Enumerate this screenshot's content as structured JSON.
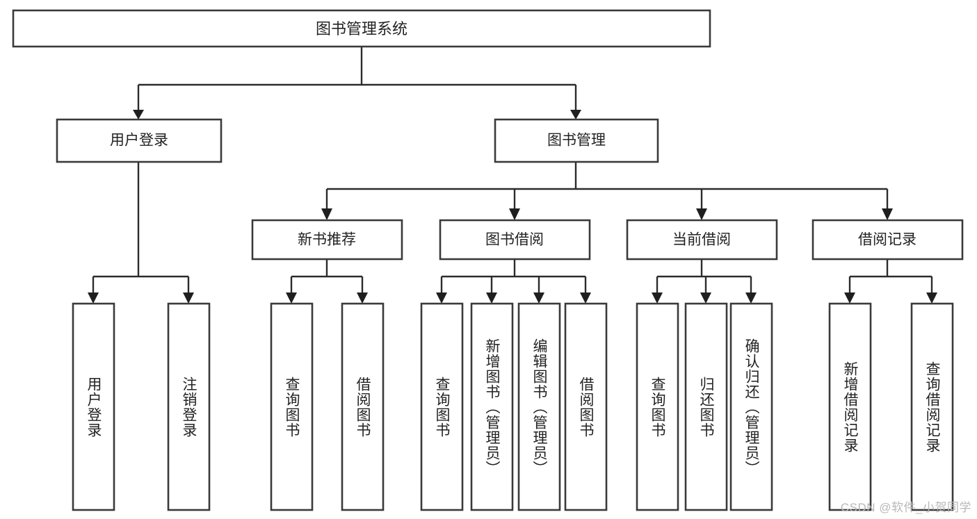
{
  "diagram": {
    "title": "图书管理系统",
    "type": "tree-hierarchy",
    "orientation": "top-down",
    "colors": {
      "box_stroke": "#3a3a3a",
      "box_fill": "#ffffff",
      "connector": "#2b2b2b",
      "text": "#222222",
      "background": "#ffffff",
      "watermark": "#b8b8b8"
    },
    "root": {
      "label": "图书管理系统"
    },
    "level2": [
      {
        "label": "用户登录"
      },
      {
        "label": "图书管理"
      }
    ],
    "level3": [
      {
        "label": "新书推荐"
      },
      {
        "label": "图书借阅"
      },
      {
        "label": "当前借阅"
      },
      {
        "label": "借阅记录"
      }
    ],
    "leaves": {
      "user_login": [
        {
          "label": "用户登录"
        },
        {
          "label": "注销登录"
        }
      ],
      "new_book_recommend": [
        {
          "label": "查询图书"
        },
        {
          "label": "借阅图书"
        }
      ],
      "book_borrow": [
        {
          "label": "查询图书"
        },
        {
          "label": "新增图书（管理员）"
        },
        {
          "label": "编辑图书（管理员）"
        },
        {
          "label": "借阅图书"
        }
      ],
      "current_borrow": [
        {
          "label": "查询图书"
        },
        {
          "label": "归还图书"
        },
        {
          "label": "确认归还（管理员）"
        }
      ],
      "borrow_record": [
        {
          "label": "新增借阅记录"
        },
        {
          "label": "查询借阅记录"
        }
      ]
    }
  },
  "watermark": {
    "text": "CSDN @软件_小贺同学"
  }
}
